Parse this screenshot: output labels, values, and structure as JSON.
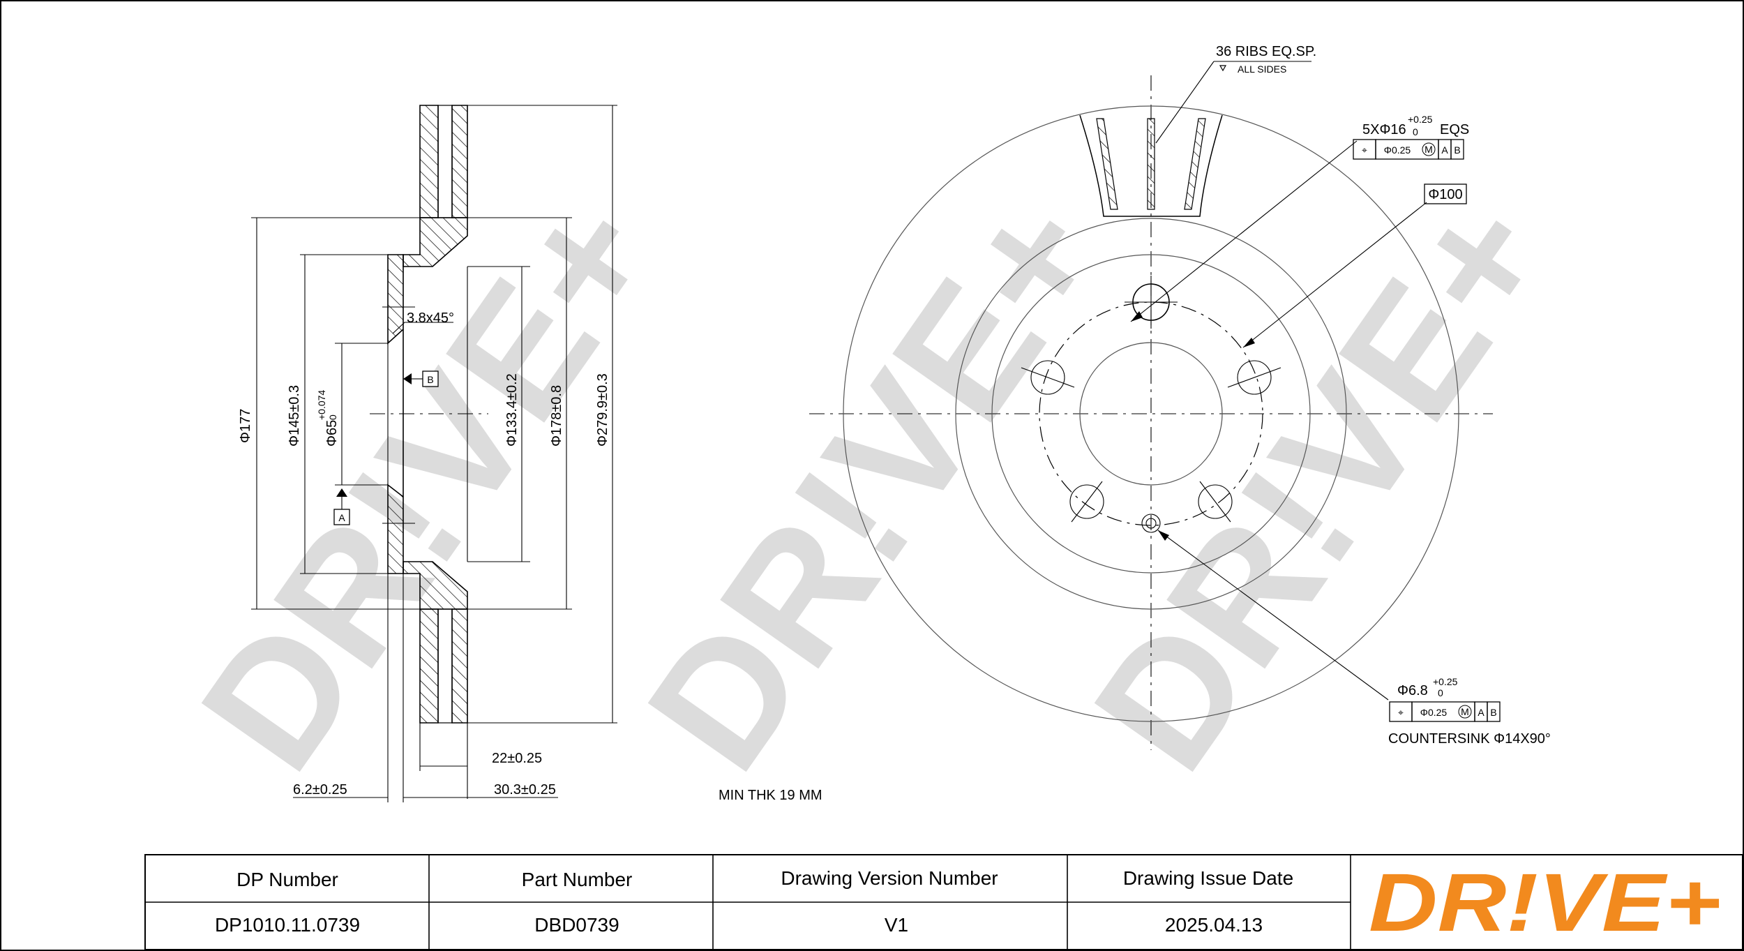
{
  "watermark": "DR!VE+",
  "side_view": {
    "dims": {
      "d177": "Φ177",
      "d145": "Φ145±0.3",
      "d65": "Φ65",
      "d65_tol_upper": "+0.074",
      "d65_tol_lower": "0",
      "d133": "Φ133.4±0.2",
      "d178": "Φ178±0.8",
      "d279": "Φ279.9±0.3",
      "chamfer": "3.8x45°",
      "datum_a": "A",
      "datum_b": "B",
      "w22": "22±0.25",
      "w62": "6.2±0.25",
      "w303": "30.3±0.25"
    }
  },
  "front_view": {
    "ribs": "36 RIBS EQ.SP.",
    "all_sides": "ALL SIDES",
    "holes": "5XΦ16",
    "holes_tol_upper": "+0.25",
    "holes_tol_lower": "0",
    "holes_eqs": "EQS",
    "holes_fcf": [
      "⌖",
      "Φ0.25",
      "M",
      "A",
      "B"
    ],
    "pcd": "Φ100",
    "small_hole": "Φ6.8",
    "small_hole_tol_upper": "+0.25",
    "small_hole_tol_lower": "0",
    "small_hole_fcf": [
      "⌖",
      "Φ0.25",
      "M",
      "A",
      "B"
    ],
    "countersink": "COUNTERSINK Φ14X90°"
  },
  "min_thk": "MIN THK 19 MM",
  "title_block": {
    "headers": [
      "DP Number",
      "Part Number",
      "Drawing Version Number",
      "Drawing Issue Date"
    ],
    "values": [
      "DP1010.11.0739",
      "DBD0739",
      "V1",
      "2025.04.13"
    ]
  },
  "logo": "DR!VE+",
  "colors": {
    "logo": "#f28a1e",
    "watermark": "#dcdcdc"
  }
}
